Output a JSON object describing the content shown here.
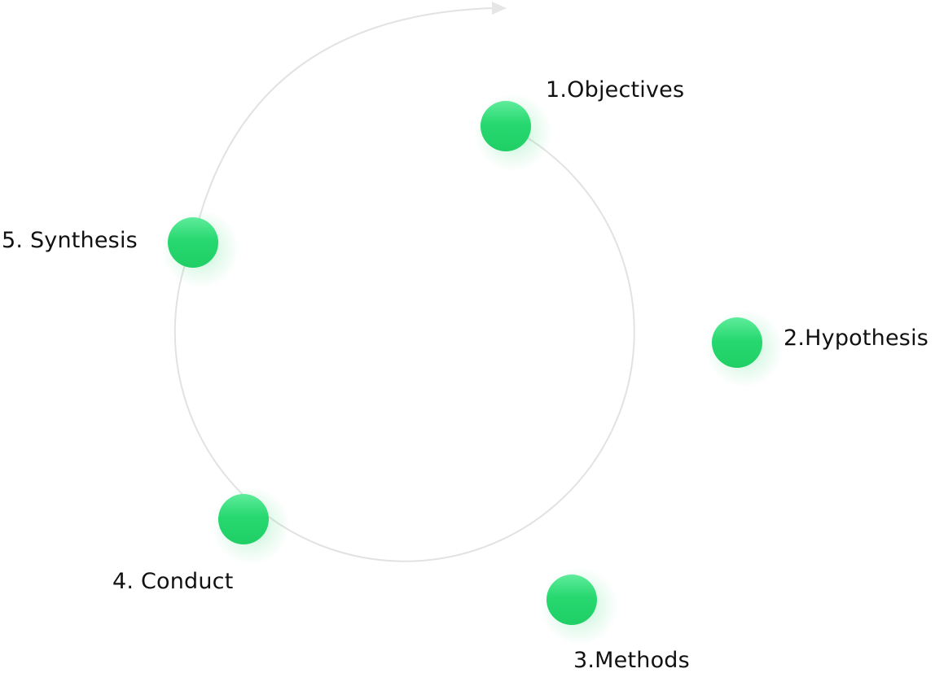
{
  "steps": [
    {
      "label": "1.Objectives"
    },
    {
      "label": "2.Hypothesis"
    },
    {
      "label": "3.Methods"
    },
    {
      "label": "4. Conduct"
    },
    {
      "label": "5. Synthesis"
    }
  ],
  "colors": {
    "node": "#21d36a",
    "node_highlight": "#4ae88d",
    "ring": "#e2e2e2",
    "arrowhead": "#e6e6e6",
    "text": "#111111"
  }
}
